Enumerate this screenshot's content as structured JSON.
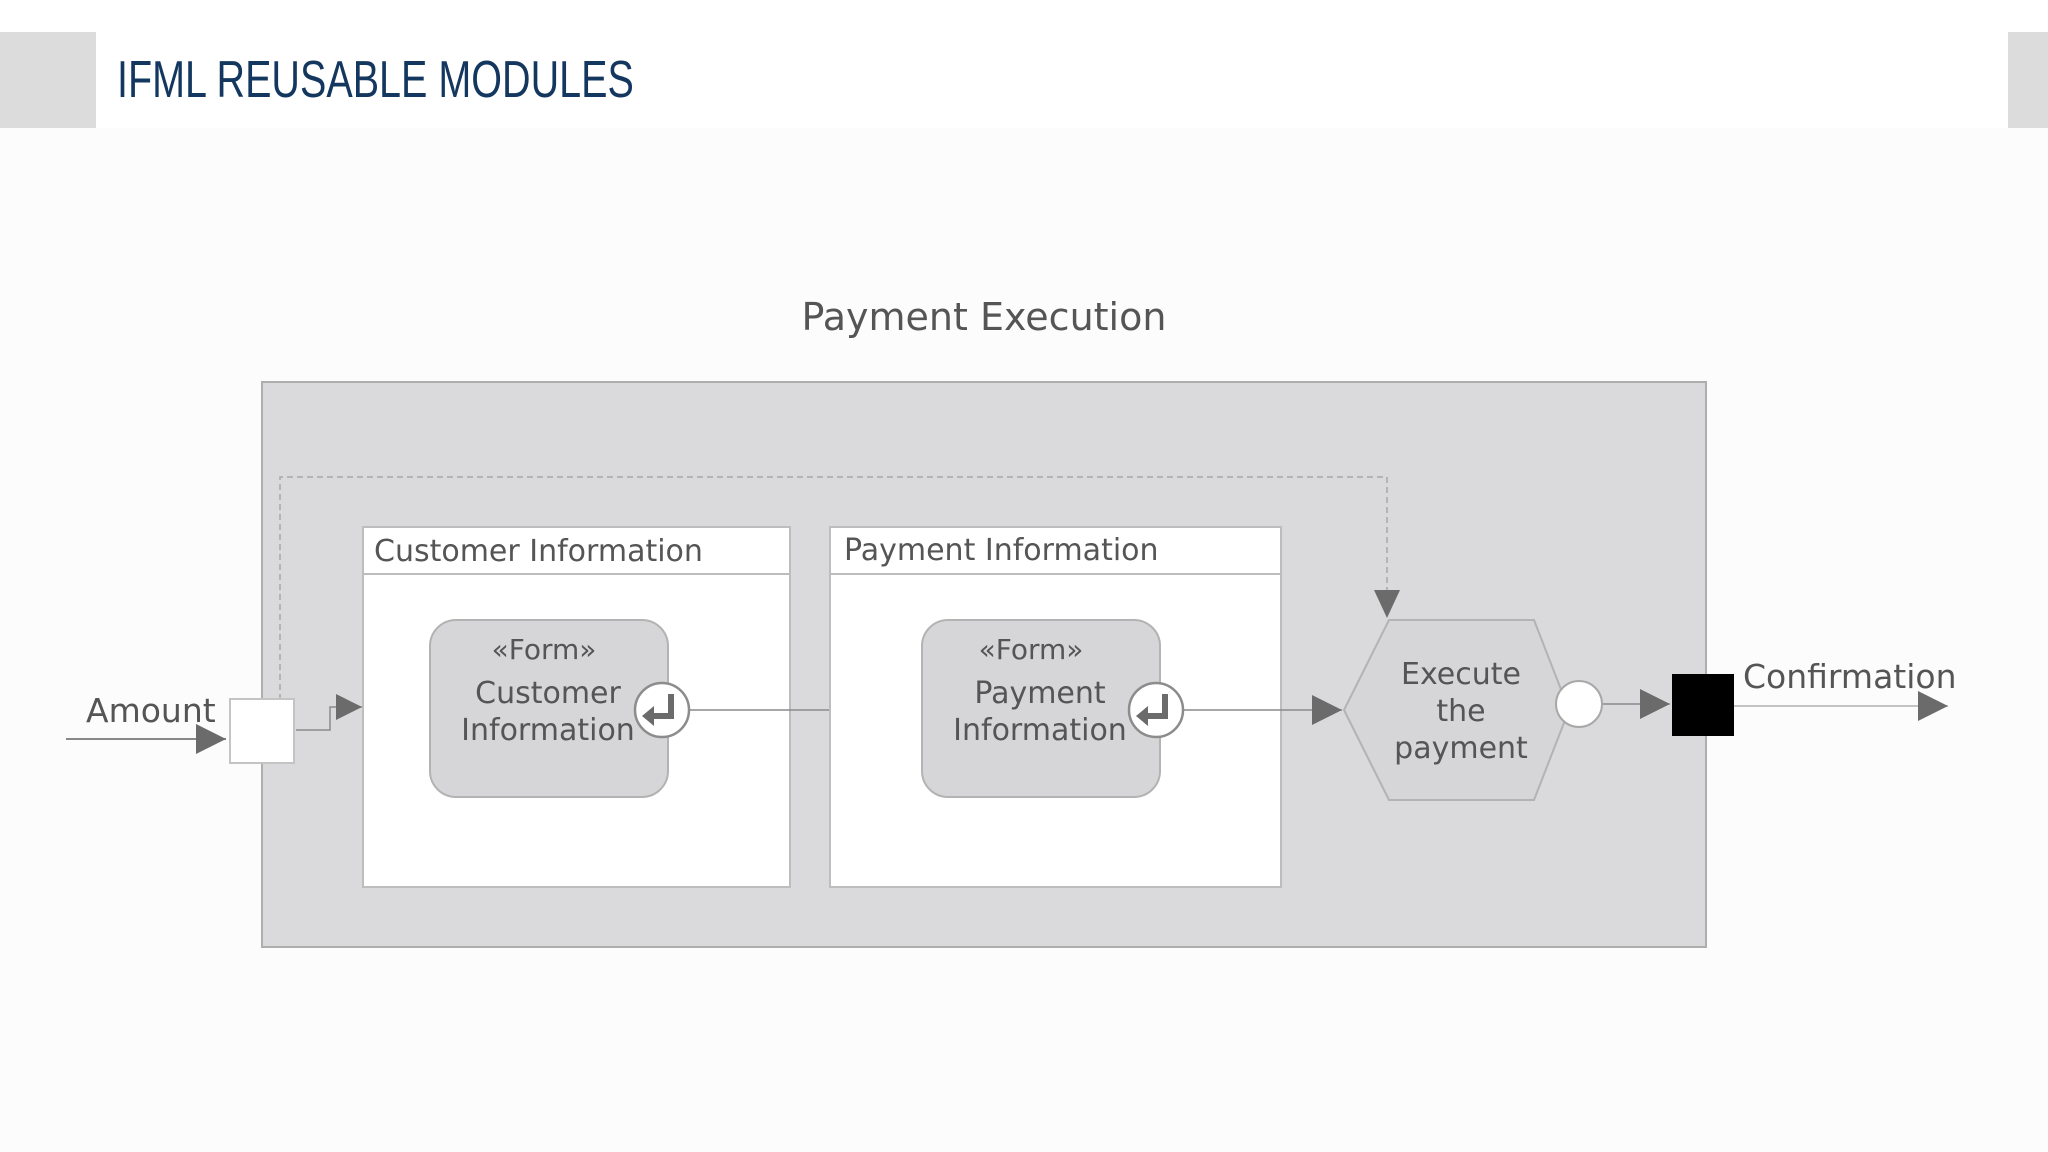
{
  "slide": {
    "title": "IFML REUSABLE MODULES"
  },
  "diagram": {
    "module_title": "Payment Execution",
    "input_parameter": "Amount",
    "output_parameter": "Confirmation",
    "view_containers": [
      {
        "title": "Customer Information",
        "component_stereotype": "«Form»",
        "component_name_line1": "Customer",
        "component_name_line2": "Information"
      },
      {
        "title": "Payment Information",
        "component_stereotype": "«Form»",
        "component_name_line1": "Payment",
        "component_name_line2": "Information"
      }
    ],
    "action": {
      "line1": "Execute",
      "line2": "the",
      "line3": "payment"
    }
  },
  "colors": {
    "title": "#13375f",
    "module_fill": "#dad9db",
    "module_stroke": "#aeaeae",
    "container_fill": "#ffffff",
    "component_fill": "#d6d5d7",
    "text": "#555555",
    "arrow": "#6b6b6b",
    "output_port": "#000000"
  },
  "icons": {
    "event": "return-arrow-icon",
    "arrowhead": "triangle-arrowhead-icon"
  }
}
